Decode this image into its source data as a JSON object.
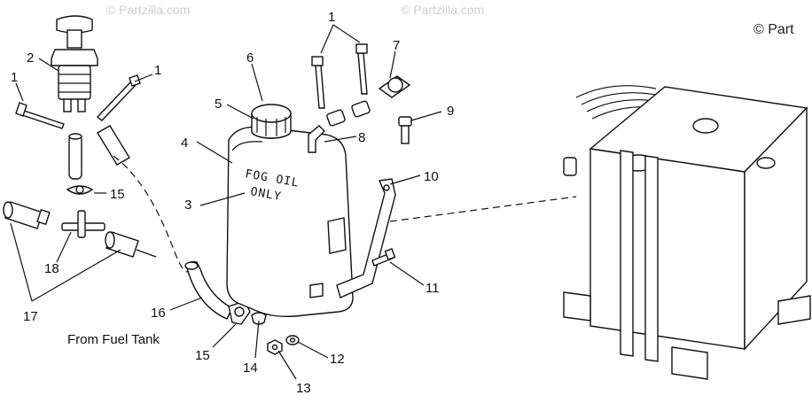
{
  "watermarks": [
    "© Partzilla.com",
    "© Partzilla.com",
    "© Part"
  ],
  "tank_label": [
    "FOG OIL",
    "ONLY"
  ],
  "caption": "From Fuel Tank",
  "callouts": [
    "1",
    "1",
    "1",
    "2",
    "3",
    "4",
    "5",
    "6",
    "7",
    "8",
    "9",
    "10",
    "11",
    "12",
    "13",
    "14",
    "15",
    "15",
    "16",
    "17",
    "18"
  ]
}
